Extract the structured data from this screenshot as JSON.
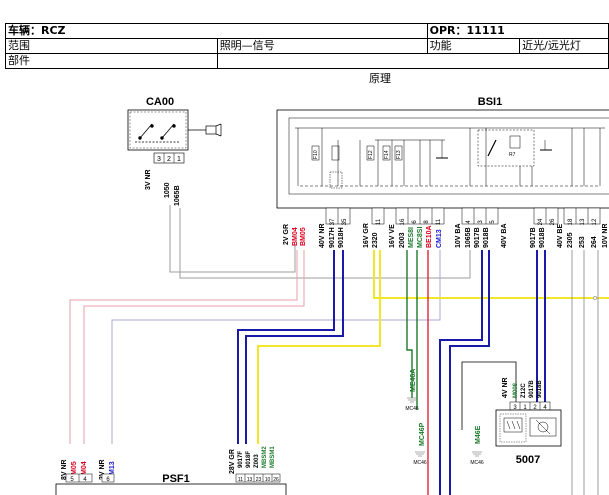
{
  "header": {
    "vehicle_label": "车辆",
    "vehicle_value": "：RCZ",
    "opr_label": "OPR",
    "opr_value": "：11111",
    "scope_label": "范围",
    "scope_value": "照明—信号",
    "function_label": "功能",
    "function_value": "近光/远光灯",
    "part_label": "部件",
    "part_value": ""
  },
  "diagram": {
    "title": "原理",
    "components": {
      "ca00": "CA00",
      "bsi1": "BSI1",
      "psf1": "PSF1",
      "unit5007": "5007"
    },
    "ca00_connector": {
      "label": "3V NR",
      "pins": [
        "3",
        "2",
        "1"
      ],
      "wires": [
        "1050",
        "1065B"
      ]
    },
    "bsi_internal": {
      "labels": [
        "F10",
        "F12",
        "F14",
        "F13",
        "R7"
      ]
    },
    "bsi_connectors": [
      {
        "label": "2V GR",
        "wires": [
          {
            "text": "BM04",
            "color": "red"
          },
          {
            "text": "BM05",
            "color": "red"
          }
        ]
      },
      {
        "label": "40V NR",
        "wires": [
          {
            "text": "9017H",
            "pin": "37",
            "color": "black"
          },
          {
            "text": "9018H",
            "pin": "35",
            "color": "black"
          }
        ]
      },
      {
        "label": "16V GR",
        "wires": [
          {
            "text": "2320",
            "pin": "11",
            "color": "black"
          }
        ]
      },
      {
        "label": "16V VE",
        "wires": [
          {
            "text": "2003",
            "pin": "16",
            "color": "black"
          },
          {
            "text": "MES8I",
            "pin": "6",
            "color": "green"
          },
          {
            "text": "MC8SI",
            "pin": "8",
            "color": "green"
          },
          {
            "text": "BE10A",
            "pin": "11",
            "color": "red"
          },
          {
            "text": "CM13",
            "pin": "",
            "color": "blue"
          }
        ]
      },
      {
        "label": "10V BA",
        "wires": [
          {
            "text": "1065B",
            "pin": "4",
            "color": "black"
          },
          {
            "text": "9017B",
            "pin": "3",
            "color": "black"
          },
          {
            "text": "9018B",
            "pin": "5",
            "color": "black"
          }
        ]
      },
      {
        "label": "40V BA",
        "wires": [
          {
            "text": "9017B",
            "pin": "24",
            "color": "black"
          },
          {
            "text": "9018B",
            "pin": "26",
            "color": "black"
          }
        ]
      },
      {
        "label": "40V BE",
        "wires": [
          {
            "text": "2305",
            "pin": "18",
            "color": "black"
          },
          {
            "text": "253",
            "pin": "13",
            "color": "black"
          },
          {
            "text": "264",
            "pin": "12",
            "color": "black"
          }
        ]
      },
      {
        "label": "10V NR",
        "wires": []
      }
    ],
    "grounds": [
      {
        "label": "ME46A",
        "ref": "MC46"
      },
      {
        "label": "MC46P",
        "ref": "MC46"
      },
      {
        "label": "M46E",
        "ref": "MC46"
      }
    ],
    "unit5007_connector": {
      "label": "4V NR",
      "wires": [
        {
          "text": "M008",
          "color": "green"
        },
        {
          "text": "Z12C",
          "color": "black"
        },
        {
          "text": "9017B",
          "color": "black"
        },
        {
          "text": "9018B",
          "color": "black"
        }
      ],
      "pins": [
        "3",
        "1",
        "2",
        "4"
      ]
    },
    "psf_left_connectors": [
      {
        "label": "8V NR",
        "pins": [
          "5",
          "4"
        ],
        "wires": [
          {
            "text": "BM05",
            "color": "red"
          },
          {
            "text": "BM04",
            "color": "red"
          }
        ]
      },
      {
        "label": "2V NR",
        "pins": [
          "6"
        ],
        "wires": [
          {
            "text": "CM13",
            "color": "blue"
          }
        ]
      }
    ],
    "psf_right_connector": {
      "label": "28V GR",
      "pins": [
        "11",
        "13",
        "23",
        "10",
        "26"
      ],
      "wires": [
        {
          "text": "9017F",
          "color": "black"
        },
        {
          "text": "9018F",
          "color": "black"
        },
        {
          "text": "Z003",
          "color": "black"
        },
        {
          "text": "MBSM2",
          "color": "green"
        },
        {
          "text": "MBSM1",
          "color": "green"
        }
      ]
    },
    "colors": {
      "red": "#d8001c",
      "green": "#1b7a2a",
      "blue": "#1a1ad0",
      "wire_navy": "#1a1aa8",
      "wire_yellow": "#f2e628",
      "wire_pink": "#e7a0a8",
      "wire_gray": "#9c9c9c",
      "wire_lightblue": "#a9a9cf"
    }
  }
}
